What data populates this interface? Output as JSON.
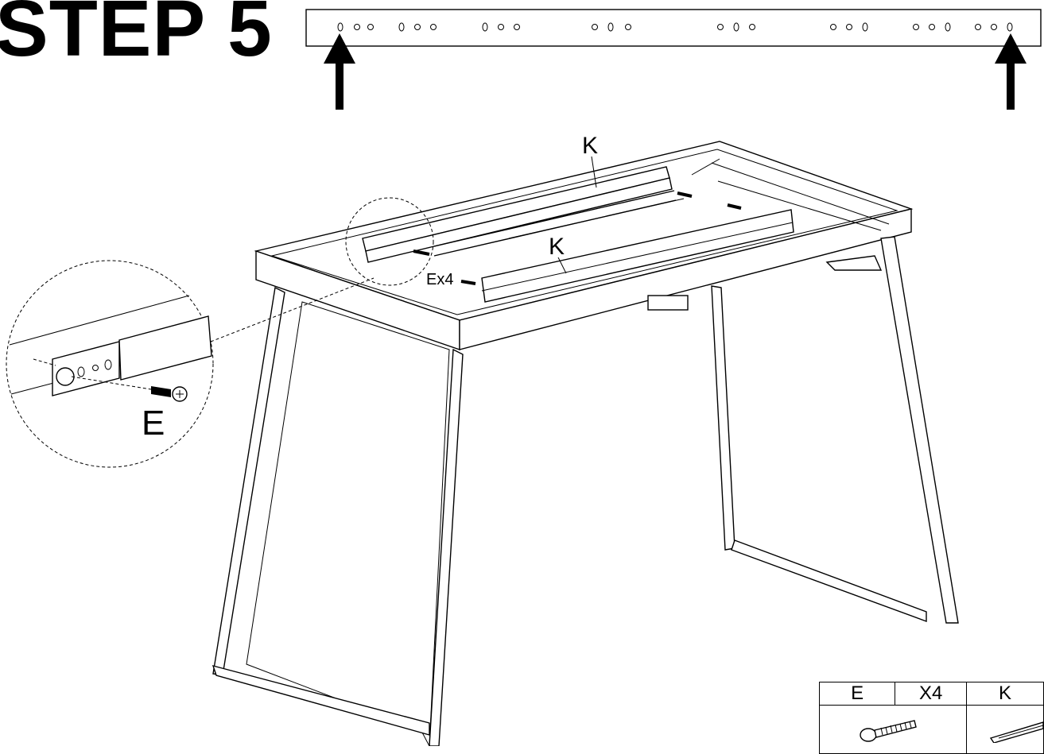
{
  "step": {
    "title": "STEP 5"
  },
  "labels": {
    "part_k_top": "K",
    "part_k_front": "K",
    "screw_callout": "Ex4",
    "detail_screw": "E"
  },
  "parts_table": {
    "headers": [
      "E",
      "X4",
      "K"
    ]
  }
}
